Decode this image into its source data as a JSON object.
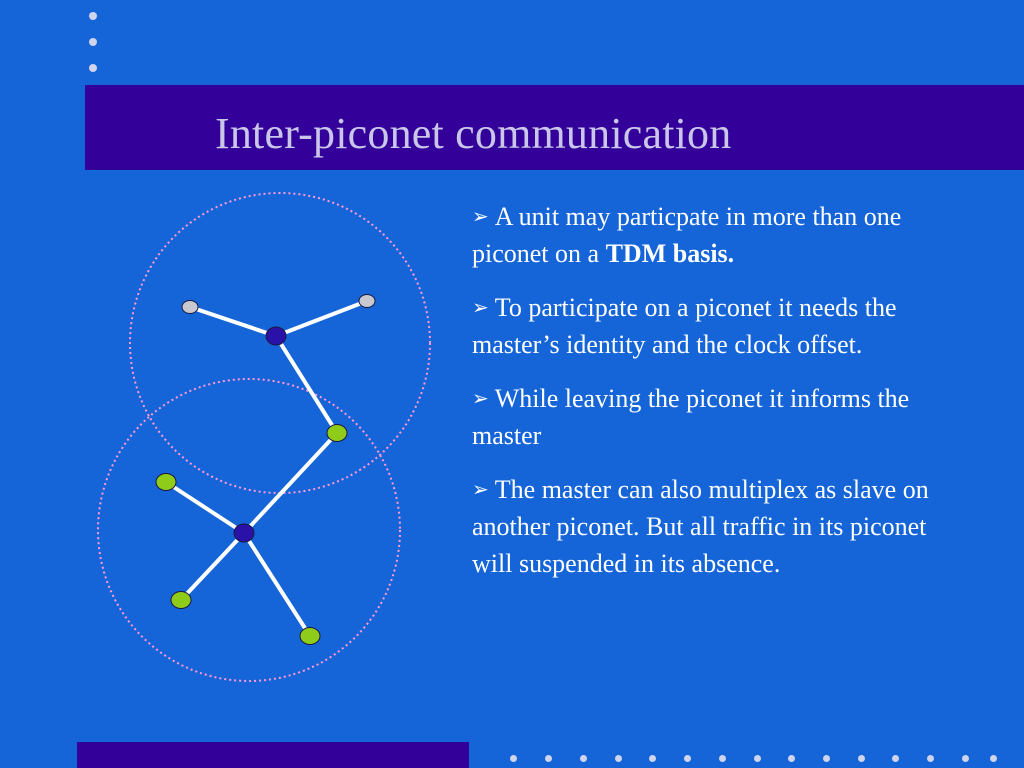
{
  "slide": {
    "title": "Inter-piconet communication"
  },
  "bullets": [
    {
      "arrow": "➢",
      "text": "A unit may particpate in more than one piconet on a ",
      "bold": "TDM basis."
    },
    {
      "arrow": "➢",
      "text": "To participate on a piconet it needs the master’s identity and the clock offset.",
      "bold": ""
    },
    {
      "arrow": "➢",
      "text": "While leaving the piconet it informs the master",
      "bold": ""
    },
    {
      "arrow": "➢",
      "text": "The master can also multiplex as slave on another piconet. But all traffic in its piconet will suspended in its absence.",
      "bold": ""
    }
  ],
  "colors": {
    "background": "#1565d8",
    "title_bar": "#330099",
    "title_text": "#c9c6ea",
    "master_node": "#2a11a8",
    "slave_node_top": "#c8c8d0",
    "slave_node_bottom": "#8fcc1a",
    "range_circle": "#ff9ad5",
    "link": "#ffffff"
  }
}
